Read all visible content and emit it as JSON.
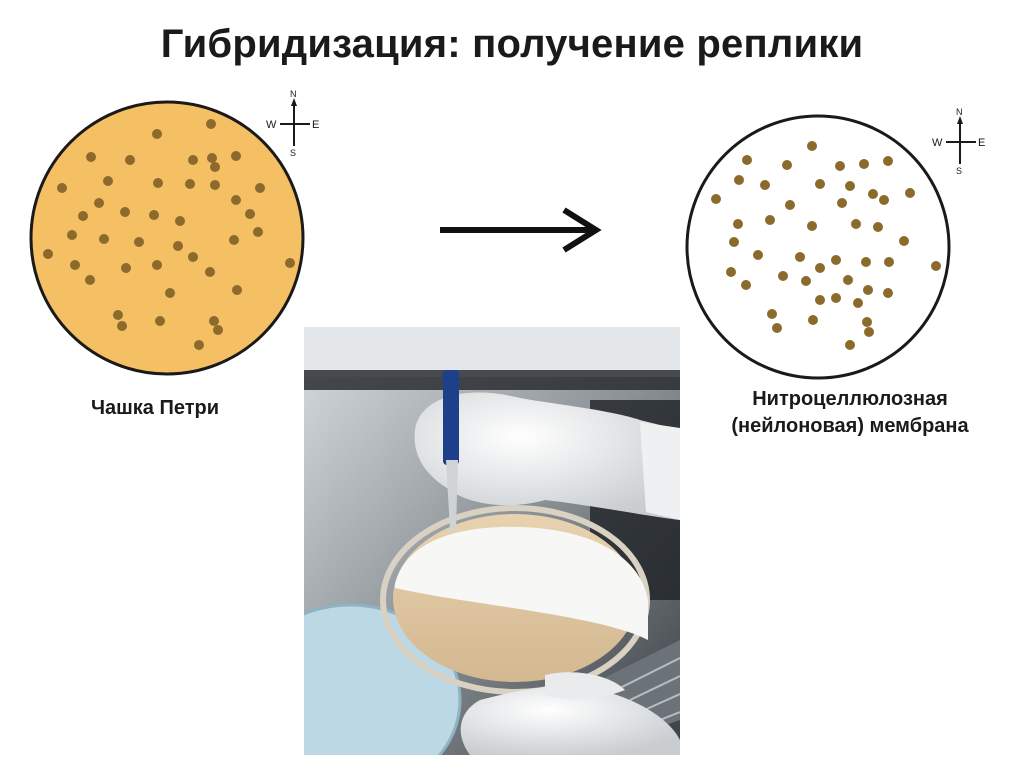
{
  "slide": {
    "title": "Гибридизация: получение реплики",
    "petri_label": "Чашка Петри",
    "membrane_label_line1": "Нитроцеллюлозная",
    "membrane_label_line2": "(нейлоновая) мембрана",
    "compass_letters": {
      "north": "N",
      "west": "W",
      "east": "E",
      "south": "S"
    }
  },
  "colors": {
    "agar": "#f5bf63",
    "colony": "#8c6a2c",
    "outline": "#1a1a1a",
    "membrane": "#ffffff"
  },
  "icons": [
    "compass-rose-icon",
    "arrow-right-icon"
  ],
  "photo": {
    "description_shown": ""
  }
}
